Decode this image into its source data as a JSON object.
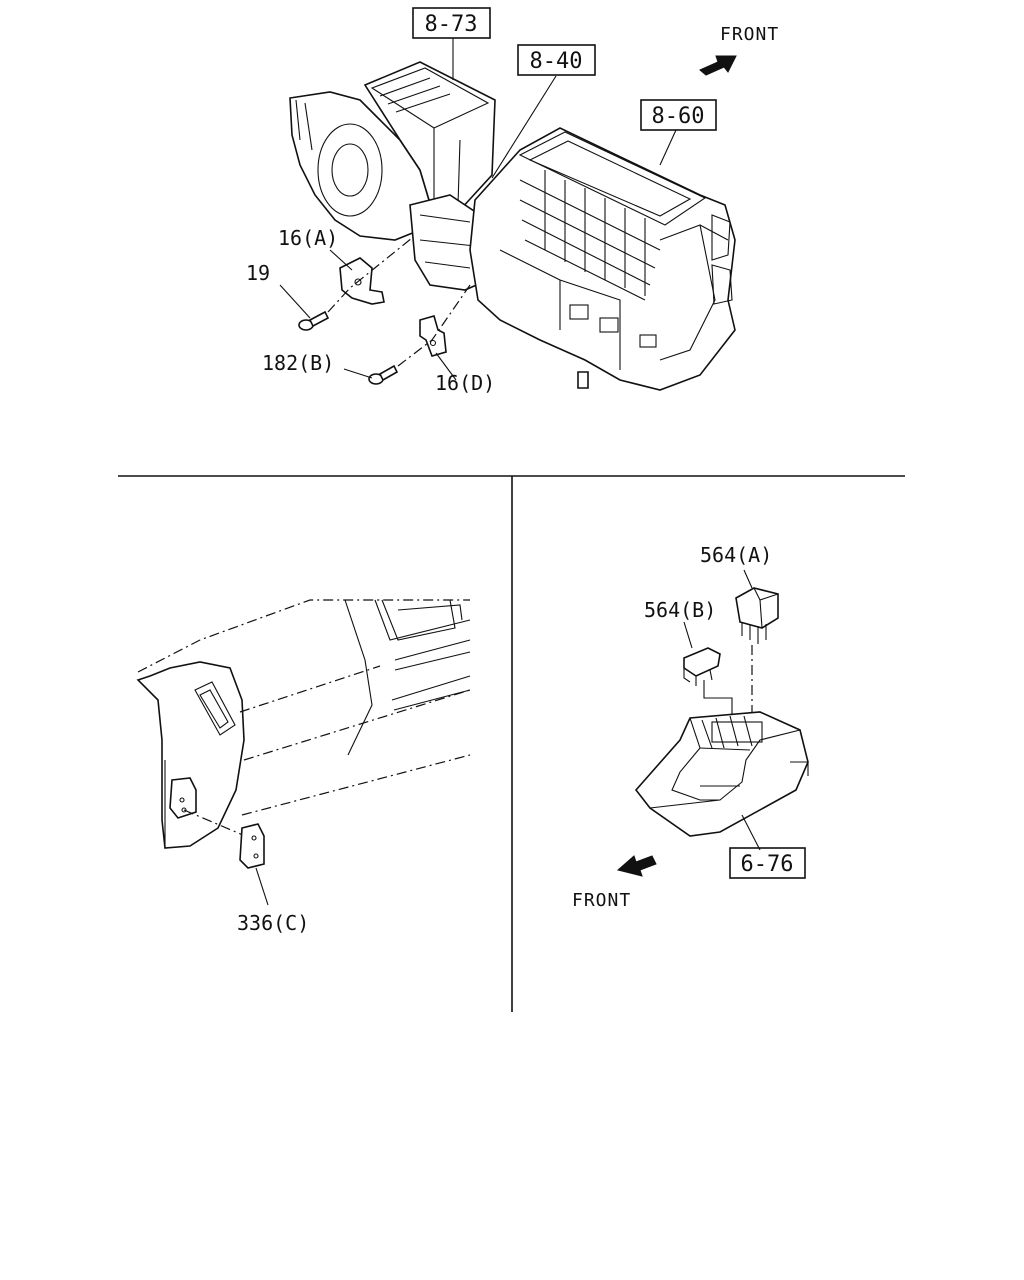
{
  "reference_boxes": {
    "ref_8_73": "8-73",
    "ref_8_40": "8-40",
    "ref_8_60": "8-60",
    "ref_6_76": "6-76"
  },
  "direction_labels": {
    "front_top": "FRONT",
    "front_bottom": "FRONT"
  },
  "part_labels": {
    "p16a": "16(A)",
    "p19": "19",
    "p182b": "182(B)",
    "p16d": "16(D)",
    "p336c": "336(C)",
    "p564a": "564(A)",
    "p564b": "564(B)"
  },
  "colors": {
    "ink": "#111111",
    "paper": "#ffffff"
  }
}
